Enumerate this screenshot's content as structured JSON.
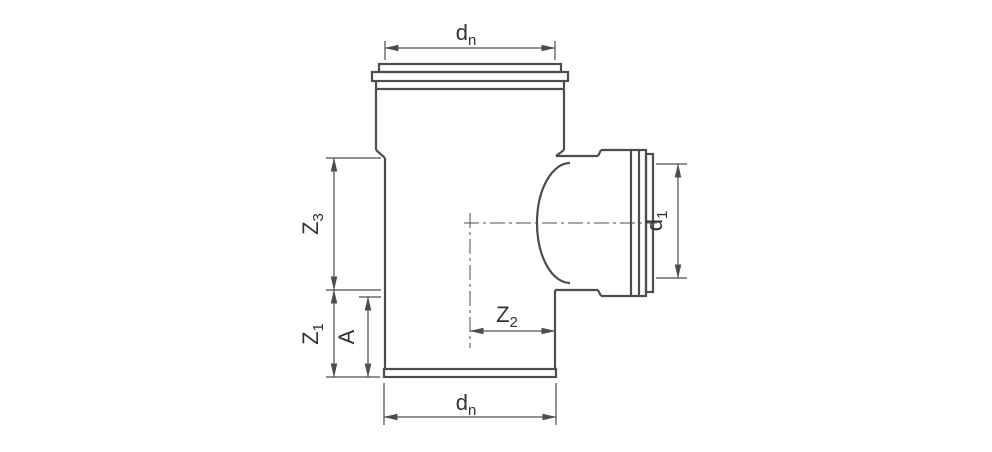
{
  "colors": {
    "background": "#ffffff",
    "line": "#4d4d4d",
    "text": "#333333"
  },
  "labels": {
    "dn_top": {
      "base": "d",
      "sub": "n"
    },
    "dn_bottom": {
      "base": "d",
      "sub": "n"
    },
    "d1": {
      "base": "d",
      "sub": "1"
    },
    "z3": {
      "base": "Z",
      "sub": "3"
    },
    "z2": {
      "base": "Z",
      "sub": "2"
    },
    "z1": {
      "base": "Z",
      "sub": "1"
    },
    "a": {
      "base": "A",
      "sub": ""
    }
  }
}
